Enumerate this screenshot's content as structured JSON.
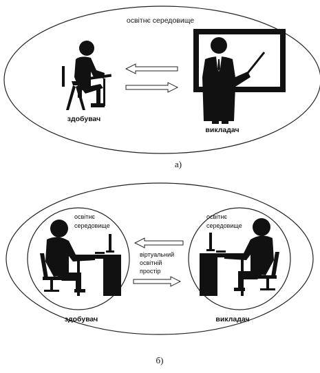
{
  "diagram_a": {
    "environment_label": "освітнє середовище",
    "learner_label": "здобувач",
    "teacher_label": "викладач",
    "caption": "а)"
  },
  "diagram_b": {
    "left_environment_line1": "освітнє",
    "left_environment_line2": "середовище",
    "right_environment_line1": "освітнє",
    "right_environment_line2": "середовище",
    "virtual_line1": "віртуальний",
    "virtual_line2": "освітній",
    "virtual_line3": "простір",
    "learner_label": "здобувач",
    "teacher_label": "викладач",
    "caption": "б)"
  },
  "colors": {
    "ink": "#111111",
    "background": "#ffffff"
  }
}
